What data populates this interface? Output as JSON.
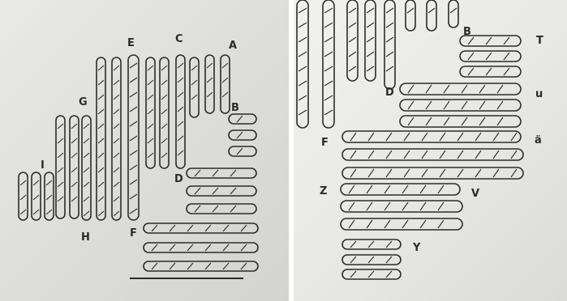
{
  "left_panel": {
    "labels": {
      "a": "A",
      "b": "B",
      "c": "C",
      "d": "D",
      "e": "E",
      "f": "F",
      "g": "G",
      "h": "H",
      "i": "I"
    }
  },
  "right_panel": {
    "labels": {
      "b": "B",
      "t": "T",
      "d": "D",
      "u": "u",
      "a_umlaut": "ä",
      "f": "F",
      "z": "Z",
      "v": "V",
      "y": "Y"
    }
  },
  "colors": {
    "ink": "#2b2b2b",
    "paper_left": "#e0e0dd",
    "paper_right": "#ecebe9"
  }
}
